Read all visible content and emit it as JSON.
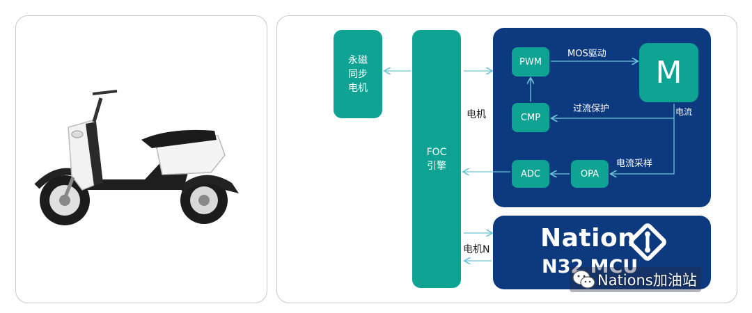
{
  "motor": {
    "label_lines": [
      "永磁",
      "同步",
      "电机"
    ]
  },
  "foc": {
    "label_lines": [
      "FOC",
      "引擎"
    ]
  },
  "blocks": {
    "pwm": "PWM",
    "cmp": "CMP",
    "adc": "ADC",
    "opa": "OPA",
    "motor_m": "M"
  },
  "labels": {
    "mos_drive": "MOS驱动",
    "overcurrent": "过流保护",
    "current": "电流",
    "current_sampling": "电流采样",
    "motor_link": "电机",
    "motor_n_link": "电机N"
  },
  "brand": {
    "name": "Nation",
    "model": "N32 MCU"
  },
  "watermark": {
    "text": "Nations加油站"
  },
  "colors": {
    "teal": "#0ea393",
    "navy": "#0d3a7e",
    "connector": "#6ec6d8"
  }
}
